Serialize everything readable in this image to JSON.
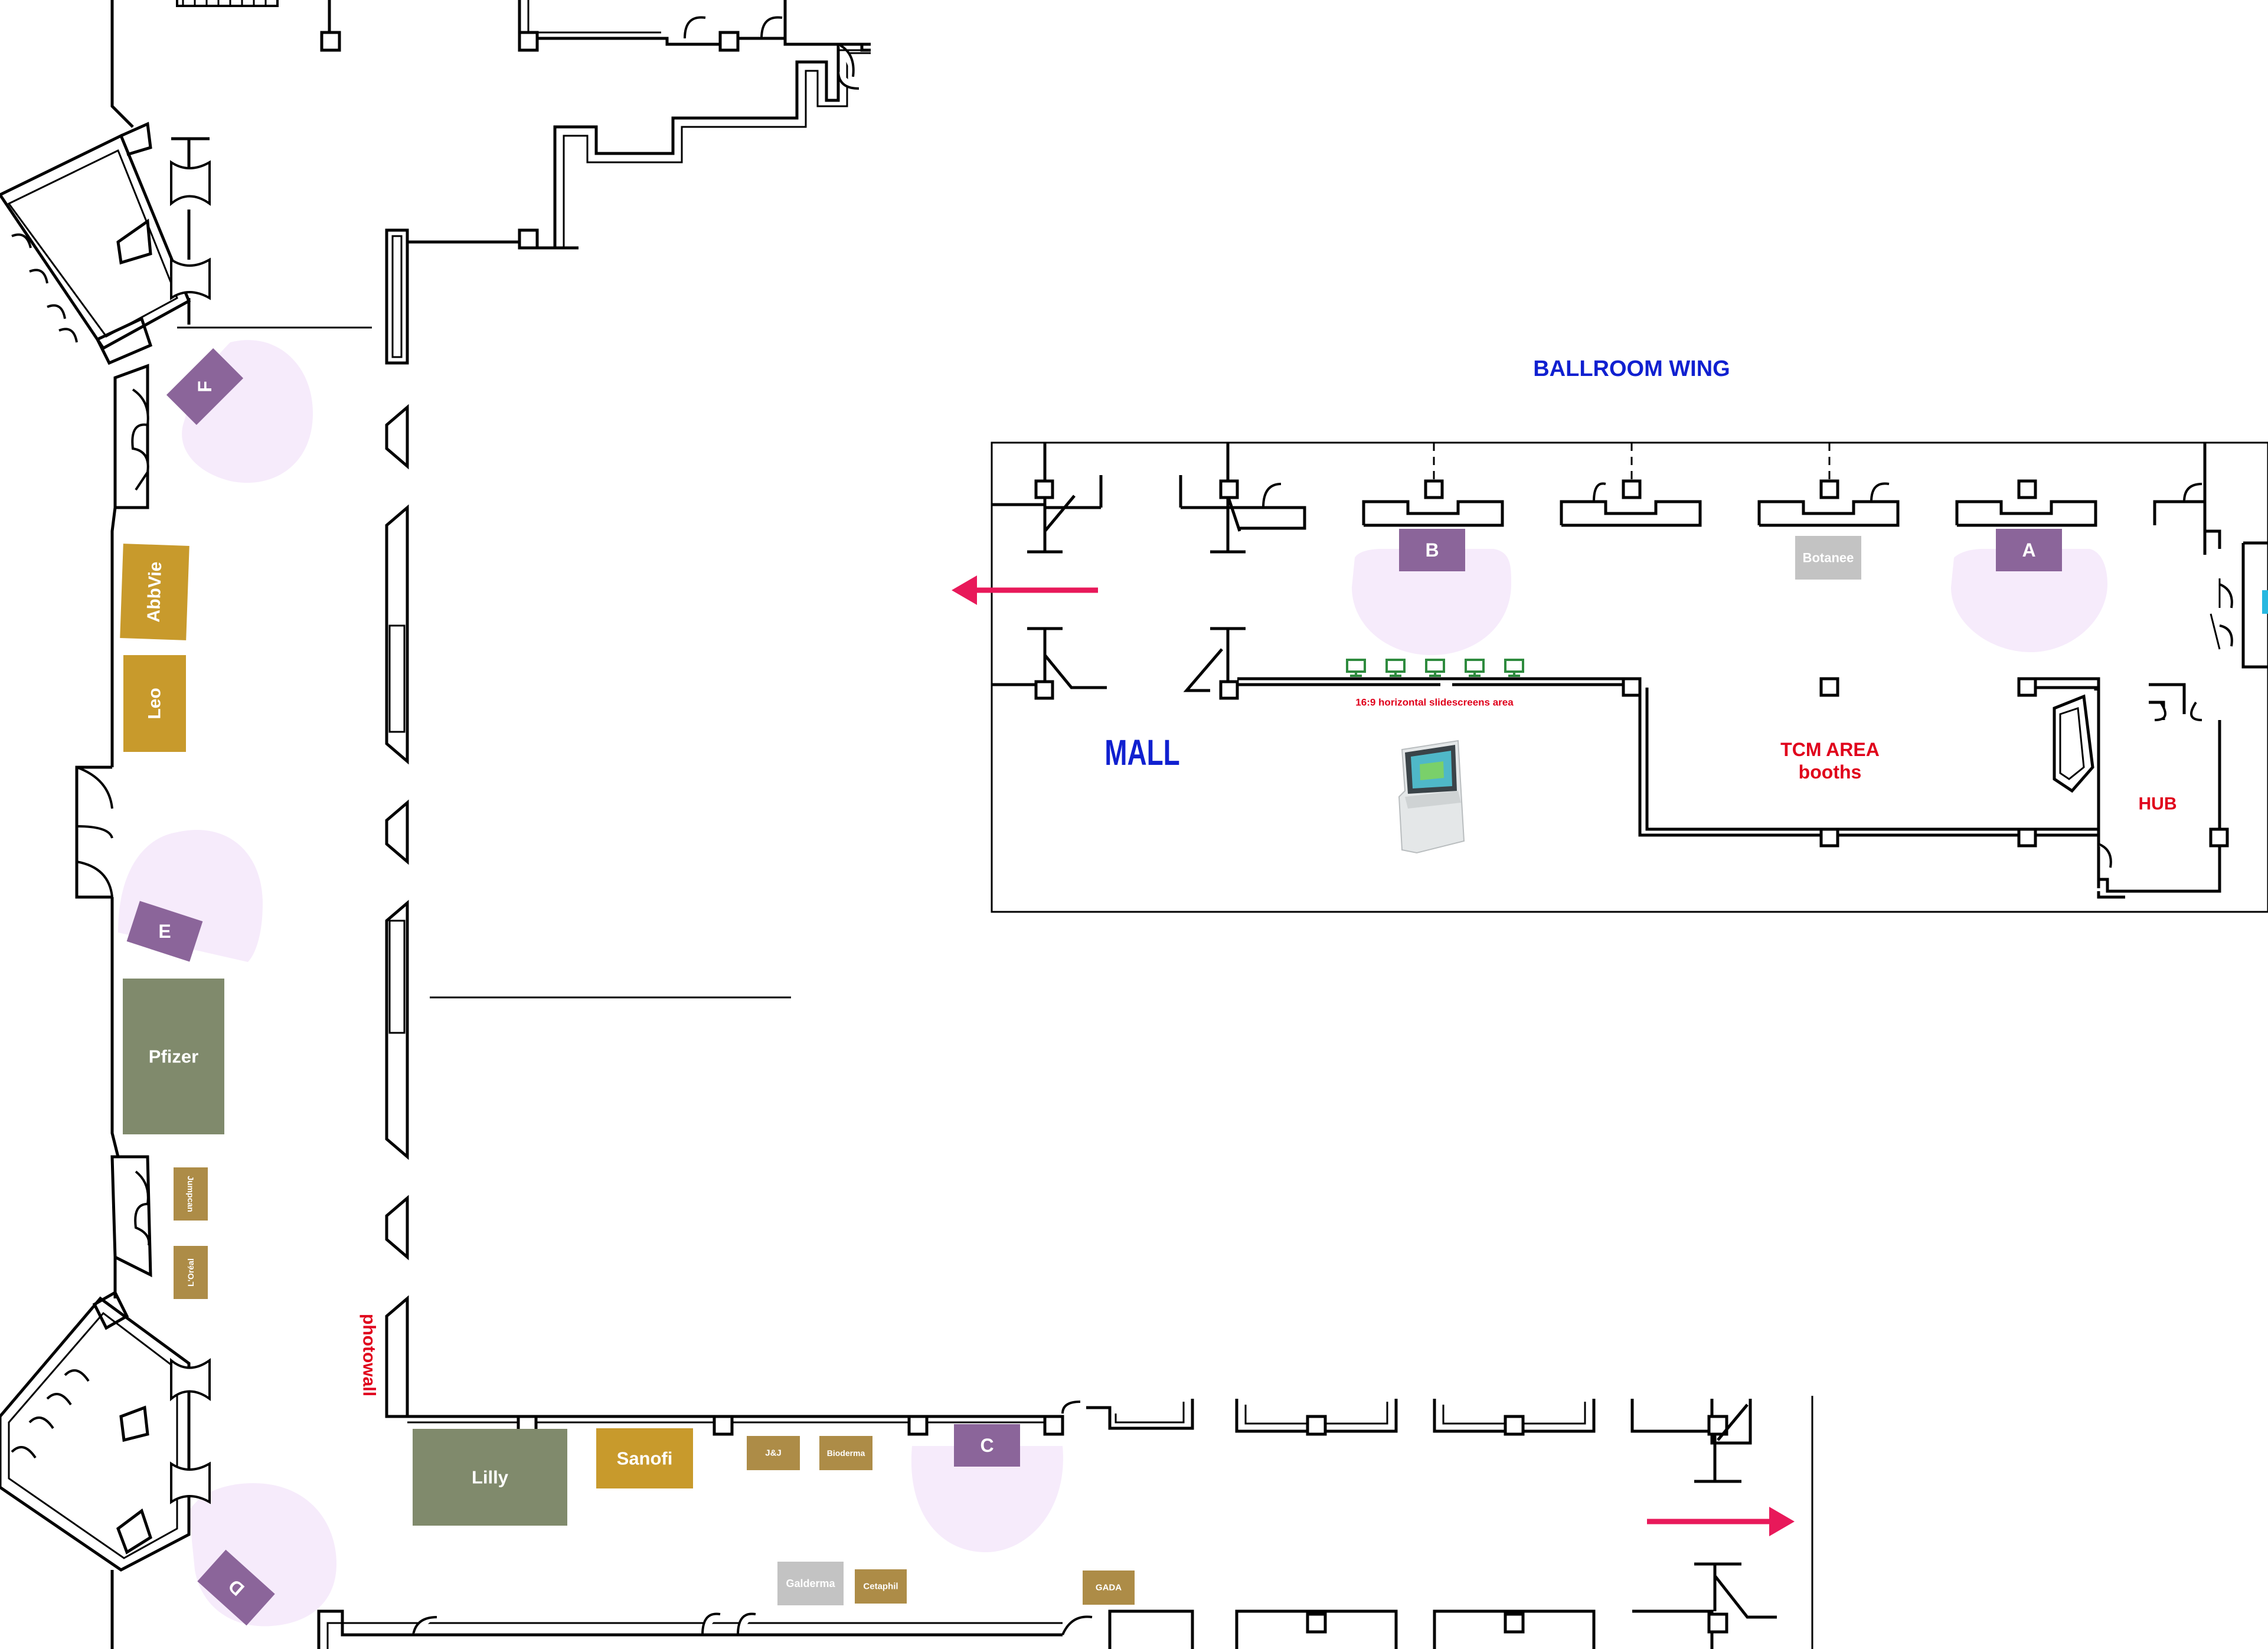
{
  "colors": {
    "wall": "#000000",
    "hotspot": "#8b659a",
    "gold": "#c89a2c",
    "olive": "#808a6c",
    "tan": "#ad8c47",
    "grey": "#c3c3c3",
    "zone": "#f6ebfb",
    "red_label": "#e0001b",
    "blue_label": "#1020d0",
    "arrow": "#e8195a",
    "screen": "#2e8b3e",
    "cyan": "#28b8e0"
  },
  "labels": {
    "ballroom_wing": "BALLROOM WING",
    "mall": "MALL",
    "tcm_area": "TCM AREA",
    "tcm_booths": "booths",
    "hub": "HUB",
    "photowall": "photowall",
    "slidescreens": "16:9 horizontal slidescreens area"
  },
  "hotspots": {
    "a": "A",
    "b": "B",
    "c": "C",
    "d": "D",
    "e": "E",
    "f": "F"
  },
  "booths": {
    "abbvie": "AbbVie",
    "leo": "Leo",
    "pfizer": "Pfizer",
    "jumpcan": "Jumpcan",
    "loreal": "L'Oréal",
    "lilly": "Lilly",
    "sanofi": "Sanofi",
    "jj": "J&J",
    "bioderma": "Bioderma",
    "galderma": "Galderma",
    "cetaphil": "Cetaphil",
    "gada": "GADA",
    "botanee": "Botanee"
  },
  "icons": {
    "arrow": "arrow-icon",
    "screen": "monitor-icon",
    "kiosk": "kiosk-icon"
  }
}
